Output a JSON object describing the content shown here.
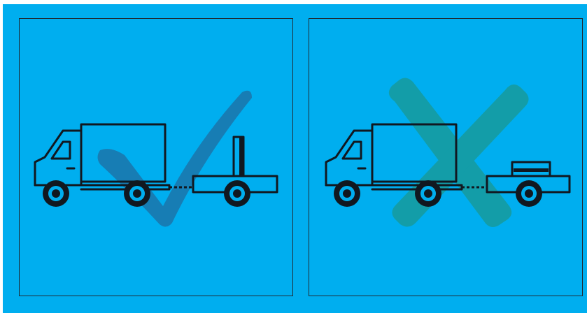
{
  "colors": {
    "background": "#00aeef",
    "outline": "#111820",
    "check_overlay": "#1d6fa3",
    "cross_overlay": "#179b9c"
  },
  "panels": [
    {
      "icon": "checkmark-icon",
      "state": "correct",
      "load": "upright-tall-load"
    },
    {
      "icon": "cross-icon",
      "state": "incorrect",
      "load": "flat-low-load"
    }
  ]
}
